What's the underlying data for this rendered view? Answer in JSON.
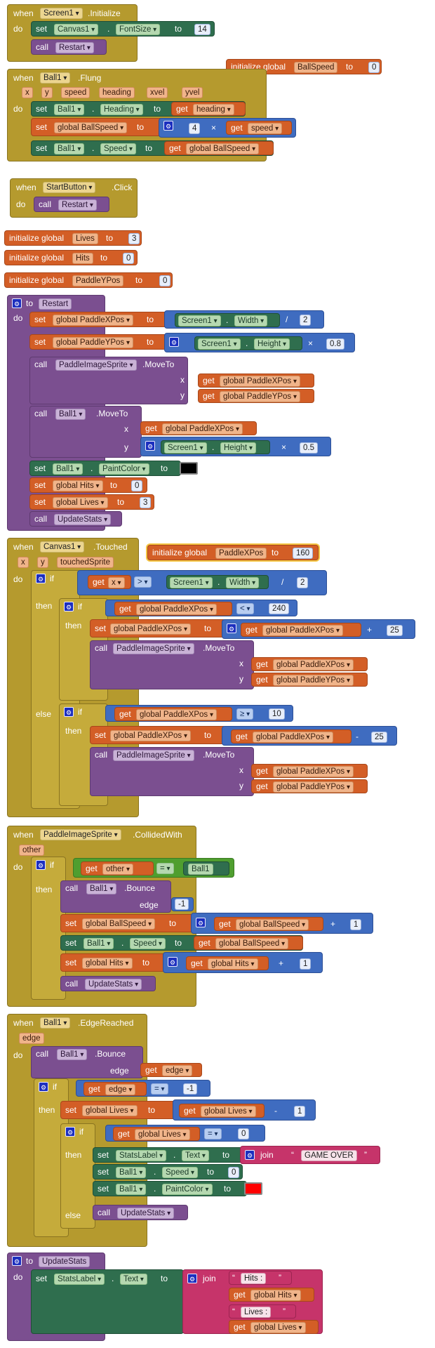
{
  "kw": {
    "when": "when",
    "do": "do",
    "set": "set",
    "call": "call",
    "get": "get",
    "to": "to",
    "init": "initialize global",
    "if": "if",
    "then": "then",
    "else": "else",
    "join": "join",
    "x": "x",
    "y": "y",
    "edge": "edge",
    "dot": ".",
    "quote": "“",
    "quote_end": "”"
  },
  "comp": {
    "screen1": "Screen1",
    "canvas1": "Canvas1",
    "ball1": "Ball1",
    "startButton": "StartButton",
    "paddle": "PaddleImageSprite",
    "statsLabel": "StatsLabel"
  },
  "props": {
    "fontSize": "FontSize",
    "heading": "Heading",
    "speed": "Speed",
    "width": "Width",
    "height": "Height",
    "paintColor": "PaintColor",
    "text": "Text"
  },
  "events": {
    "initialize": ".Initialize",
    "flung": ".Flung",
    "click": ".Click",
    "touched": ".Touched",
    "collided": ".CollidedWith",
    "edgeReached": ".EdgeReached",
    "moveTo": ".MoveTo",
    "bounce": ".Bounce"
  },
  "params": {
    "x": "x",
    "y": "y",
    "speed": "speed",
    "heading": "heading",
    "xvel": "xvel",
    "yvel": "yvel",
    "touchedSprite": "touchedSprite",
    "other": "other",
    "edge": "edge"
  },
  "vars": {
    "ballSpeed": "BallSpeed",
    "lives": "Lives",
    "hits": "Hits",
    "paddleY": "PaddleYPos",
    "paddleX": "PaddleXPos",
    "g_ballSpeed": "global BallSpeed",
    "g_lives": "global Lives",
    "g_hits": "global Hits",
    "g_paddleX": "global PaddleXPos",
    "g_paddleY": "global PaddleYPos"
  },
  "procs": {
    "restart": "Restart",
    "updateStats": "UpdateStats"
  },
  "ops": {
    "times": "×",
    "div": "/",
    "plus": "+",
    "minus": "-",
    "gt": ">",
    "lt": "<",
    "ge": "≥",
    "eq": "="
  },
  "nums": {
    "n14": "14",
    "n0": "0",
    "n4": "4",
    "n3": "3",
    "n2": "2",
    "n08": "0.8",
    "n05": "0.5",
    "n160": "160",
    "n240": "240",
    "n25": "25",
    "n10": "10",
    "nm1": "-1",
    "n1": "1"
  },
  "strings": {
    "gameOver": "GAME OVER",
    "hits": "Hits : ",
    "lives": "Lives : "
  },
  "colors": {
    "event": "#b59a2e",
    "procedure": "#7b4f90",
    "variable": "#d35e26",
    "component_set": "#2f6e4e",
    "math": "#3f6cc0",
    "logic": "#4f9e2f",
    "text": "#c6346a",
    "black": "#000000",
    "red": "#ff0000"
  },
  "icons": {
    "mutator": "gear-icon",
    "dropdown": "chevron-down-icon"
  }
}
